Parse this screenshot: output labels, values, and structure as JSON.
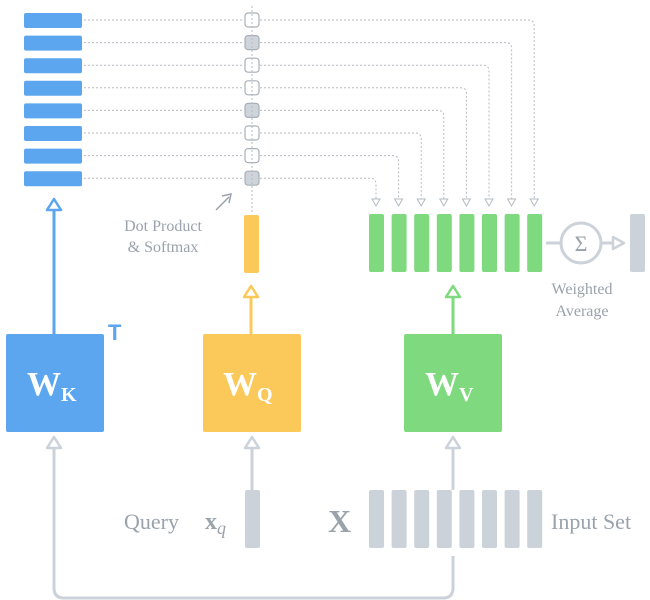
{
  "colors": {
    "key": "#5ba6ee",
    "query": "#fbc85a",
    "value": "#7fd97f",
    "gray": "#cbd2da",
    "gray_dark": "#c1c8d0",
    "text_gray": "#9aa2ab",
    "dotted": "#b5bbc2",
    "white": "#ffffff"
  },
  "matrices": {
    "key": {
      "base": "W",
      "sub": "K",
      "sup": "T"
    },
    "query": {
      "base": "W",
      "sub": "Q"
    },
    "value": {
      "base": "W",
      "sub": "V"
    }
  },
  "labels": {
    "dot_product_line1": "Dot Product",
    "dot_product_line2": "& Softmax",
    "weighted_line1": "Weighted",
    "weighted_line2": "Average",
    "query_label": "Query",
    "query_symbol_base": "x",
    "query_symbol_sub": "q",
    "input_symbol": "X",
    "input_set_label": "Input Set",
    "sum_symbol": "Σ"
  },
  "counts": {
    "keys": 8,
    "values": 8,
    "inputs": 8
  },
  "attention_weights_highlighted": [
    2,
    5,
    8
  ]
}
